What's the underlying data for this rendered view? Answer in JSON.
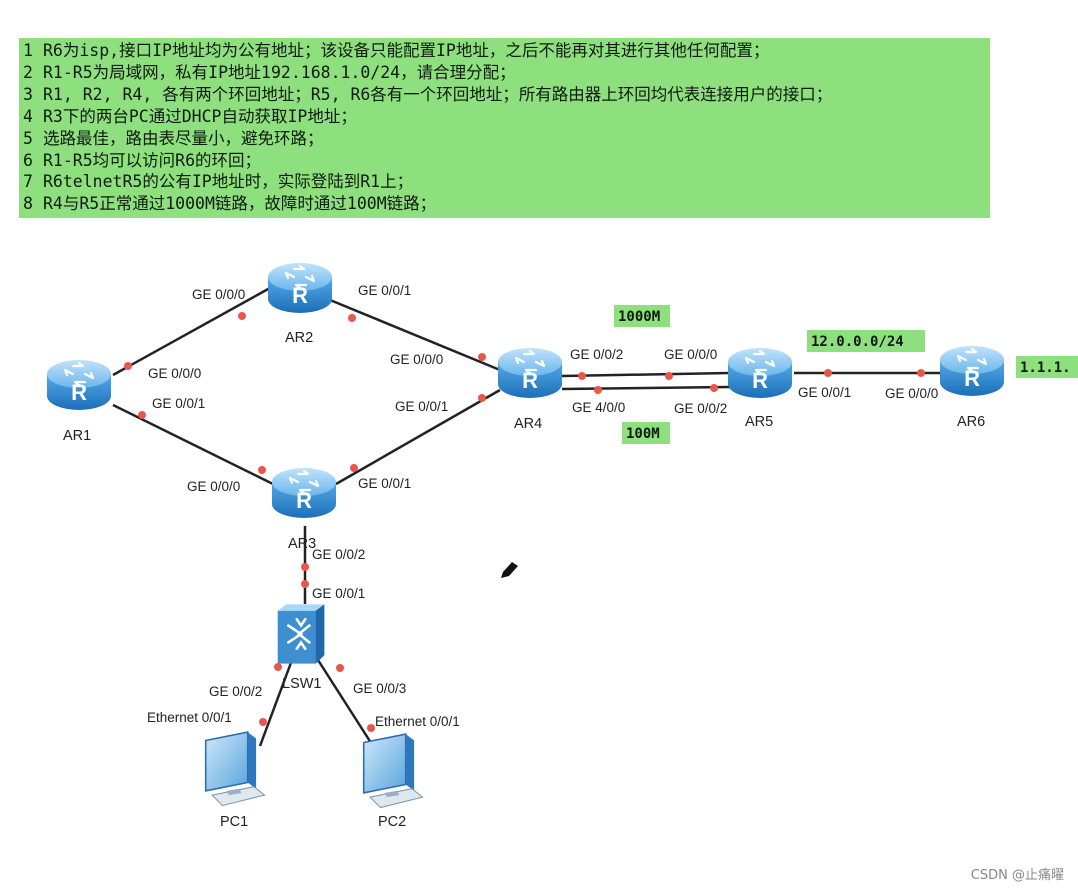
{
  "requirements": [
    {
      "num": "1",
      "text": "R6为isp,接口IP地址均为公有地址；该设备只能配置IP地址，之后不能再对其进行其他任何配置；"
    },
    {
      "num": "2",
      "text": "R1-R5为局域网，私有IP地址192.168.1.0/24，请合理分配；"
    },
    {
      "num": "3",
      "text": "R1, R2, R4, 各有两个环回地址；R5, R6各有一个环回地址；所有路由器上环回均代表连接用户的接口；"
    },
    {
      "num": "4",
      "text": "R3下的两台PC通过DHCP自动获取IP地址；"
    },
    {
      "num": "5",
      "text": "选路最佳，路由表尽量小，避免环路；"
    },
    {
      "num": "6",
      "text": "R1-R5均可以访问R6的环回；"
    },
    {
      "num": "7",
      "text": "R6telnetR5的公有IP地址时，实际登陆到R1上；"
    },
    {
      "num": "8",
      "text": "R4与R5正常通过1000M链路，故障时通过100M链路；"
    }
  ],
  "devices": {
    "ar1": "AR1",
    "ar2": "AR2",
    "ar3": "AR3",
    "ar4": "AR4",
    "ar5": "AR5",
    "ar6": "AR6",
    "lsw1": "LSW1",
    "pc1": "PC1",
    "pc2": "PC2"
  },
  "ports": {
    "ar2_g000": "GE 0/0/0",
    "ar2_g001": "GE 0/0/1",
    "ar1_g000": "GE 0/0/0",
    "ar1_g001": "GE 0/0/1",
    "ar4_g000": "GE 0/0/0",
    "ar4_g001": "GE 0/0/1",
    "ar4_g002": "GE 0/0/2",
    "ar4_g400": "GE 4/0/0",
    "ar5_g000": "GE 0/0/0",
    "ar5_g002": "GE 0/0/2",
    "ar5_g001": "GE 0/0/1",
    "ar6_g000": "GE 0/0/0",
    "ar3_g000": "GE 0/0/0",
    "ar3_g001": "GE 0/0/1",
    "ar3_g002": "GE 0/0/2",
    "lsw1_g001": "GE 0/0/1",
    "lsw1_g002": "GE 0/0/2",
    "lsw1_g003": "GE 0/0/3",
    "pc1_eth": "Ethernet 0/0/1",
    "pc2_eth": "Ethernet 0/0/1"
  },
  "tags": {
    "link_1000m": "1000M",
    "link_100m": "100M",
    "net_12": "12.0.0.0/24",
    "isp_loop": "1.1.1."
  },
  "watermark": "CSDN @止痛曜",
  "colors": {
    "highlight": "#8ee07e",
    "port_dot": "#e8584a",
    "router_body": "#2a86cf",
    "link": "#222222"
  }
}
